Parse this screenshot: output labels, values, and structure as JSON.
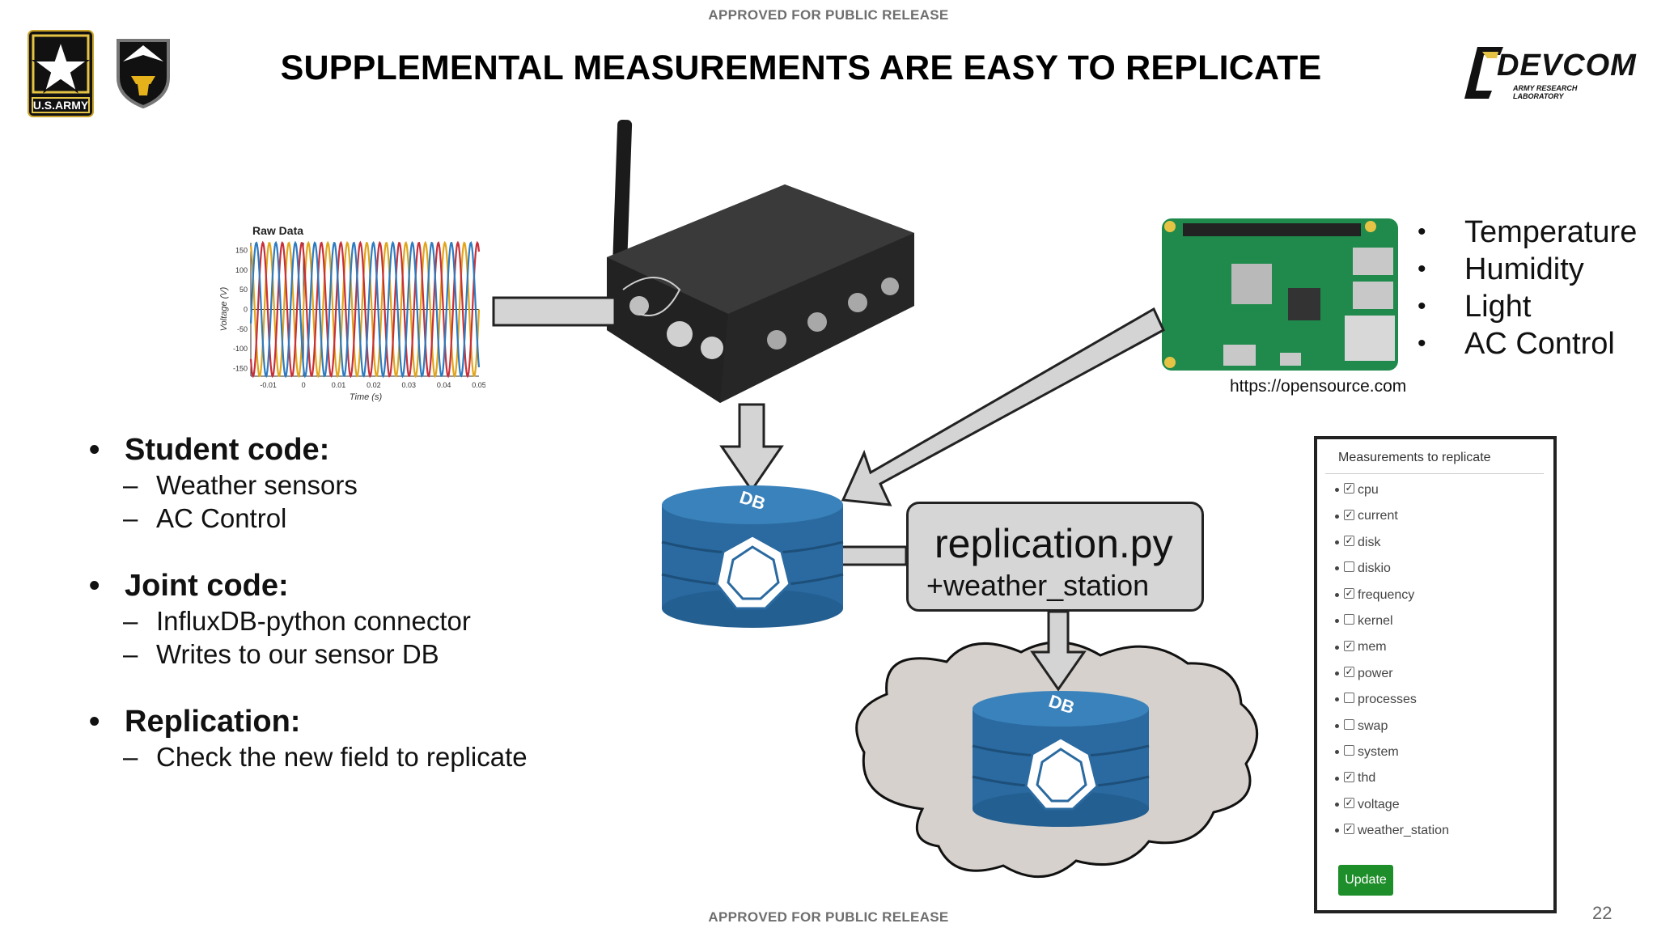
{
  "header": {
    "banner_top": "APPROVED FOR PUBLIC RELEASE",
    "title": "SUPPLEMENTAL MEASUREMENTS ARE EASY TO REPLICATE",
    "army_logo_text": "U.S.ARMY",
    "devcom_logo_text": "DEVCOM",
    "devcom_logo_subtext": "ARMY RESEARCH LABORATORY"
  },
  "raw_plot": {
    "chart_data": {
      "type": "line",
      "title": "Raw Data",
      "xlabel": "Time (s)",
      "ylabel": "Voltage (V)",
      "xlim": [
        -0.015,
        0.05
      ],
      "ylim": [
        -170,
        170
      ],
      "x_ticks": [
        "-0.01",
        "0",
        "0.01",
        "0.02",
        "0.03",
        "0.04",
        "0.05"
      ],
      "y_ticks": [
        "150",
        "100",
        "50",
        "0",
        "-50",
        "-100",
        "-150"
      ],
      "series": [
        {
          "color": "#e0a51d",
          "amplitude": 170,
          "frequency_hz": 180,
          "phase_deg": 0
        },
        {
          "color": "#c7303a",
          "amplitude": 170,
          "frequency_hz": 180,
          "phase_deg": 120
        },
        {
          "color": "#2f7bbf",
          "amplitude": 170,
          "frequency_hz": 180,
          "phase_deg": 240
        }
      ]
    }
  },
  "bullets": [
    {
      "label": "Student code:",
      "subs": [
        "Weather sensors",
        "AC Control"
      ]
    },
    {
      "label": "Joint code:",
      "subs": [
        "InfluxDB-python connector",
        "Writes to our sensor DB"
      ]
    },
    {
      "label": "Replication:",
      "subs": [
        "Check the new field to replicate"
      ]
    }
  ],
  "bullet_glyph": "•",
  "sub_glyph": "–",
  "right_list": [
    "Temperature",
    "Humidity",
    "Light",
    "AC Control"
  ],
  "source_url": "https://opensource.com",
  "db_label": "DB",
  "replication": {
    "line1": "replication.py",
    "line2": "+weather_station"
  },
  "panel": {
    "heading": "Measurements to replicate",
    "items": [
      {
        "label": "cpu",
        "checked": true
      },
      {
        "label": "current",
        "checked": true
      },
      {
        "label": "disk",
        "checked": true
      },
      {
        "label": "diskio",
        "checked": false
      },
      {
        "label": "frequency",
        "checked": true
      },
      {
        "label": "kernel",
        "checked": false
      },
      {
        "label": "mem",
        "checked": true
      },
      {
        "label": "power",
        "checked": true
      },
      {
        "label": "processes",
        "checked": false
      },
      {
        "label": "swap",
        "checked": false
      },
      {
        "label": "system",
        "checked": false
      },
      {
        "label": "thd",
        "checked": true
      },
      {
        "label": "voltage",
        "checked": true
      },
      {
        "label": "weather_station",
        "checked": true
      }
    ],
    "button": "Update"
  },
  "footer": {
    "banner_bottom": "APPROVED FOR PUBLIC RELEASE",
    "page_number": "22"
  },
  "colors": {
    "db_blue": "#2a6aa0",
    "db_top": "#3a82bb",
    "arrow_gray": "#d4d4d4",
    "cloud": "#d6d1cc",
    "button_green": "#1e8e2a"
  }
}
